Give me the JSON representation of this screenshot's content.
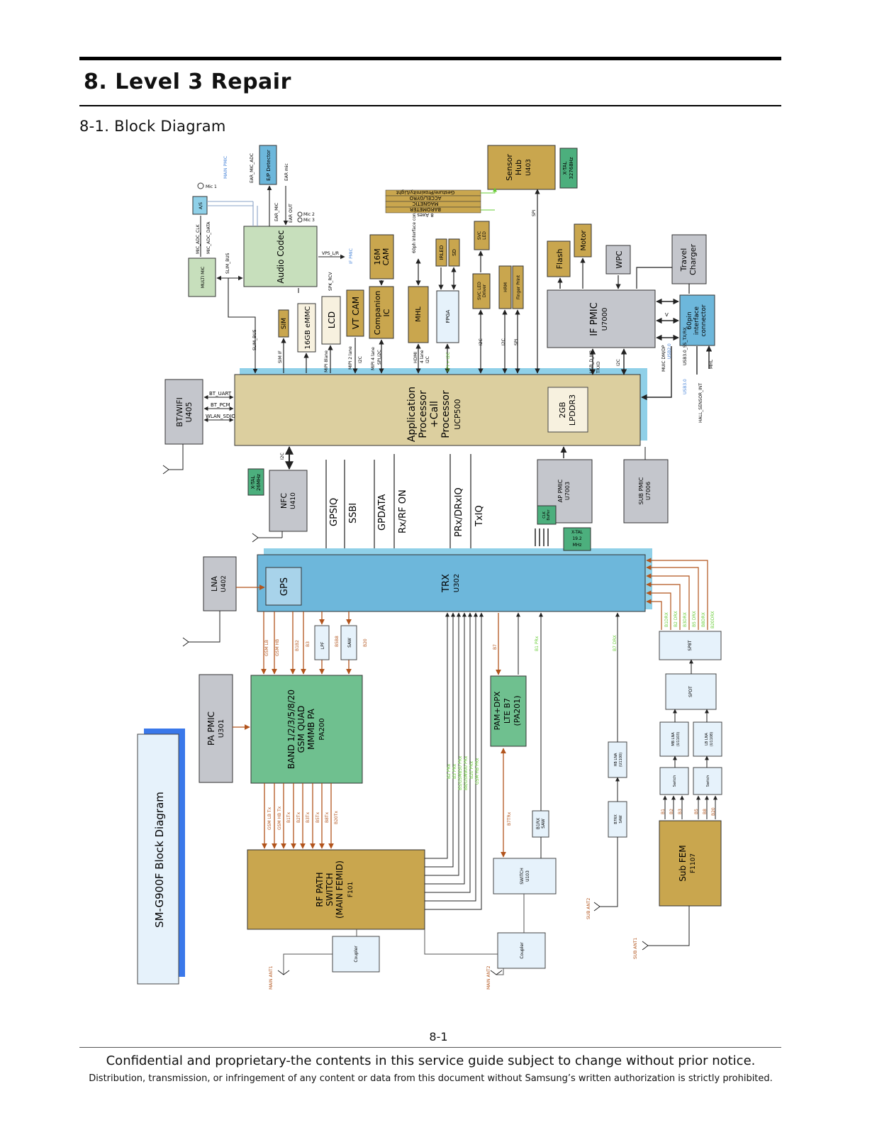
{
  "page": {
    "title": "8. Level 3 Repair",
    "subtitle": "8-1. Block Diagram",
    "page_number": "8-1",
    "footer_line1": "Confidential and proprietary-the contents in this service guide subject to change without prior notice.",
    "footer_line2": "Distribution, transmission, or infringement of any content or data from this document without Samsung’s written authorization is strictly prohibited."
  },
  "diagram": {
    "side_title": "SM-G900F Block Diagram",
    "colors": {
      "ap": "#dccf9f",
      "trx": "#6db7db",
      "pmic": "#c4c6cc",
      "pa": "#6fc08f",
      "fem": "#c9a64e",
      "codec": "#c7dfbc",
      "light": "#e6f2fb",
      "rf_arrow": "#b2541c",
      "green_label": "#66cc33",
      "blue_label": "#4a86d9"
    },
    "blocks": {
      "ap": [
        "Application",
        "Processor",
        "+Call",
        "Processor",
        "UCP500"
      ],
      "lpddr": [
        "2GB",
        "LPDDR3"
      ],
      "trx": [
        "TRX",
        "U302"
      ],
      "gps": "GPS",
      "bt_wifi": [
        "BT/WIFI",
        "U405"
      ],
      "nfc": [
        "NFC",
        "U410"
      ],
      "xtal_nfc": [
        "X-TAL",
        "26MHz"
      ],
      "lna": [
        "LNA",
        "U402"
      ],
      "pa_pmic": [
        "PA PMIC",
        "U301"
      ],
      "pa": [
        "BAND 1/2/3/5/8/20",
        "GSM QUAD",
        "MMMB PA",
        "PA200"
      ],
      "rf_switch": [
        "RF PATH",
        "SWITCH",
        "(MAIN FEMID)",
        "F101"
      ],
      "pam_dpx": [
        "PAM+DPX",
        "LTE B7",
        "(PA201)"
      ],
      "sub_fem": [
        "Sub FEM",
        "F1107"
      ],
      "ap_pmic": [
        "AP PMIC",
        "U7003"
      ],
      "sub_pmic": [
        "SUB PMIC",
        "U7006"
      ],
      "if_pmic": [
        "IF PMIC",
        "U7000"
      ],
      "conn60": [
        "60pin",
        "interface",
        "connector"
      ],
      "sensor_hub": [
        "Sensor",
        "Hub",
        "U403"
      ],
      "xtal_hub": [
        "X-TAL",
        "32768Hz"
      ],
      "audio_codec": "Audio Codec",
      "multimic": "MULTI MIC",
      "ep_detector": "E/P Detector",
      "as": "A/S",
      "sim": "SIM",
      "emmc": "16GB eMMC",
      "lcd": "LCD",
      "vtcam": "VT CAM",
      "companion": [
        "Companion",
        "IC"
      ],
      "cam16m": [
        "16M",
        "CAM"
      ],
      "mhl": "MHL",
      "fpga": "FPGA",
      "irled": "IRLED",
      "sd": "SD",
      "svc_led": [
        "SVC",
        "LED"
      ],
      "svc_led_driver": [
        "SVC LED",
        "Driver"
      ],
      "hrm": "HRM",
      "finger": "Finger Print",
      "flash": "Flash",
      "motor": "Motor",
      "wpc": "WPC",
      "travel_charger": [
        "Travel",
        "Charger"
      ],
      "clk_buffer": [
        "CLK",
        "Buffer"
      ],
      "xtal_pmic": [
        "X-TAL",
        "19.2",
        "MHz"
      ],
      "lpf": "LPF",
      "saw_b5b8": "SAW",
      "b1rx_saw": [
        "B1RX",
        "SAW"
      ],
      "b7rx_saw": [
        "B7RX",
        "SAW"
      ],
      "hb_lna_main": [
        "HB LNA",
        "(U1100)"
      ],
      "switch_u103": [
        "SWITCH",
        "U103"
      ],
      "coupler": "Coupler",
      "sp8t": "SP8T",
      "spdt": "SPDT",
      "mb_lna": [
        "MB LNA",
        "(U1103)"
      ],
      "lb_lna": [
        "LB LNA",
        "(U1108)"
      ],
      "switch": "Switch"
    },
    "sensors": [
      "Gesture/Proximity/Light",
      "ACCEL/GYRO",
      "MAGNETIC",
      "BAROMETER",
      "8 Axes"
    ],
    "signals": {
      "if_link": [
        "GPSIQ",
        "SSBI",
        "GPDATA",
        "Rx/RF ON",
        "PRx/DRxIQ",
        "TxIQ"
      ],
      "bt": [
        "BT_UART",
        "BT_PCM",
        "WLAN_SDIO"
      ],
      "audio": [
        "MIC_ADC_CLK",
        "MIC_ADC_DATA",
        "SLIM_BUS",
        "EAR_MIC_ADC",
        "EAR_MIC",
        "EAR mic",
        "EAR OUT",
        "VPS_L/R",
        "SPK_RCV",
        "Mic 1",
        "Mic 2",
        "Mic 3"
      ],
      "ap_bus": [
        "SLIM_BUS",
        "SIM IF",
        "MIPI 8lane",
        "MIPI 2 lane",
        "I2C",
        "MIPI 4 lane",
        "SPI,I2C",
        "HDMI",
        "4 lane",
        "SPI + I2C",
        "SPI",
        "USB_D_MP",
        "TRXD",
        "MUIC DM/DP",
        "USB3.0_SS_TX/RX",
        "HALL_SENSOR_INT",
        "MHL",
        "60ph interface con.",
        "V"
      ],
      "tx_paths": [
        "GSM LB",
        "GSM HB",
        "B1B2",
        "B3",
        "B5B8",
        "B20",
        "B7",
        "B1 PRx",
        "B7 DRX"
      ],
      "tx_outputs": [
        "GSM LB Tx",
        "GSM HB Tx",
        "B1Tx",
        "B2Tx",
        "B3Tx",
        "B5Tx",
        "B8Tx",
        "B20Tx"
      ],
      "prx": [
        "B2 PRx",
        "B3 PRx",
        "B5/GSM850 PRx",
        "B8/GSM900 PRx",
        "B20 PRx",
        "GSM HB PRx"
      ],
      "drx": [
        "B1DRX",
        "B2 DRX",
        "B3DRX",
        "B5 DRX",
        "B8DRX",
        "B20DRX"
      ],
      "sub_bands": [
        "B1",
        "B2",
        "B3",
        "B5",
        "B8",
        "B20"
      ],
      "pam": [
        "B7Tx",
        "B7TRx"
      ],
      "antennas": [
        "MAIN ANT1",
        "MAIN ANT2",
        "SUB ANT1",
        "SUB ANT2"
      ],
      "pmic_labels": [
        "MAIN PMIC",
        "IF PMIC",
        "USB2.0",
        "USB3.0"
      ]
    }
  }
}
